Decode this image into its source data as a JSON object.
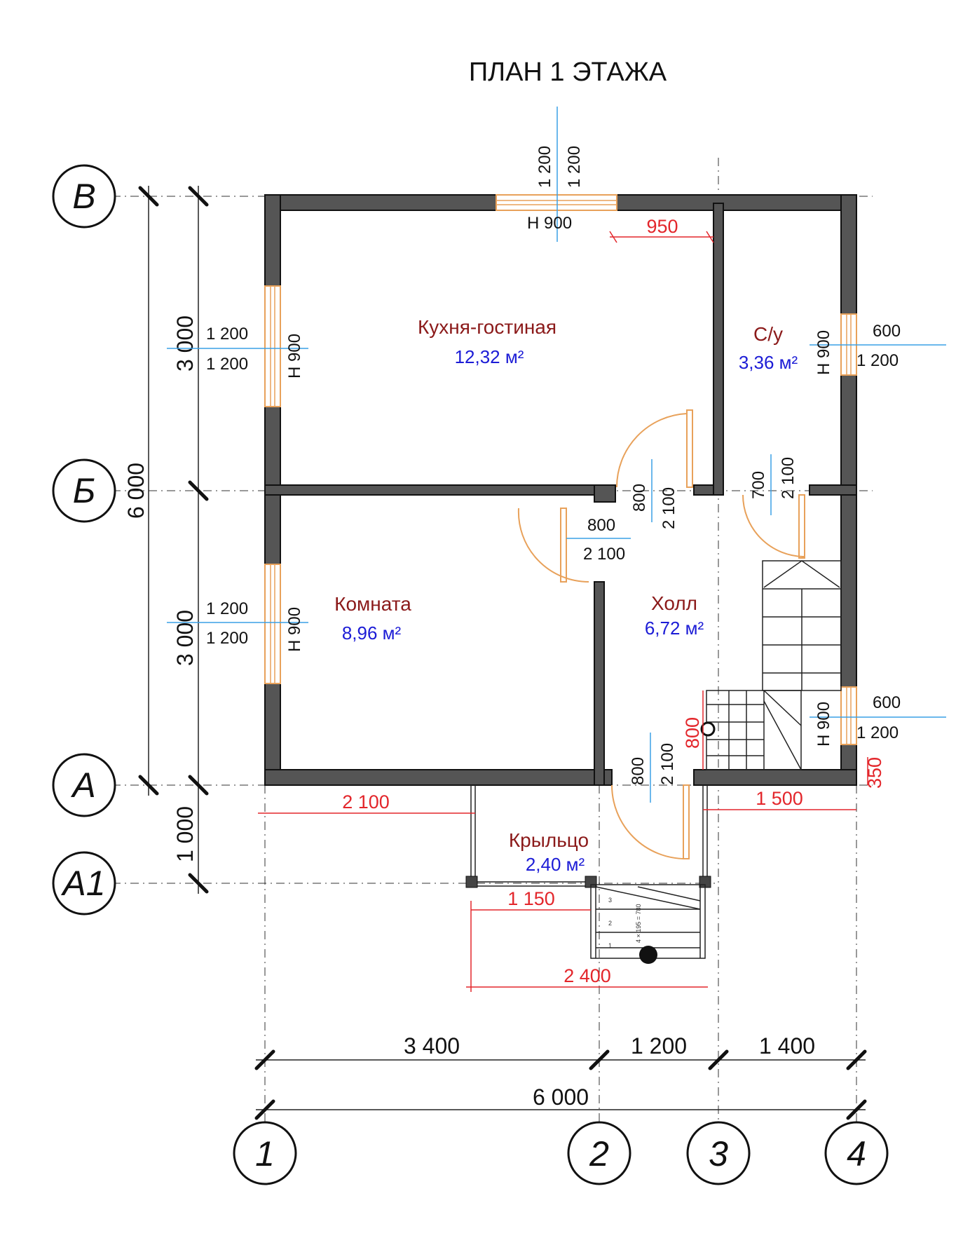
{
  "title": "ПЛАН 1 ЭТАЖА",
  "rooms": [
    {
      "name": "Кухня-гостиная",
      "area": "12,32 м²"
    },
    {
      "name": "С/у",
      "area": "3,36 м²"
    },
    {
      "name": "Комната",
      "area": "8,96 м²"
    },
    {
      "name": "Холл",
      "area": "6,72 м²"
    },
    {
      "name": "Крыльцо",
      "area": "2,40 м²"
    }
  ],
  "axes": {
    "rows": [
      "В",
      "Б",
      "А",
      "А1"
    ],
    "cols": [
      "1",
      "2",
      "3",
      "4"
    ]
  },
  "windows": {
    "top_w": "1 200",
    "top_h": "1 200",
    "top_sill": "Н  900",
    "left_upper_w": "1 200",
    "left_upper_h": "1 200",
    "left_upper_sill": "Н 900",
    "left_lower_w": "1 200",
    "left_lower_h": "1 200",
    "left_lower_sill": "Н 900",
    "right_upper_w": "600",
    "right_upper_h": "1 200",
    "right_upper_sill": "Н 900",
    "right_lower_w": "600",
    "right_lower_h": "1 200",
    "right_lower_sill": "Н 900"
  },
  "doors": {
    "kitchen_w": "800",
    "kitchen_h": "2 100",
    "room_w": "800",
    "room_h": "2 100",
    "bath_w": "700",
    "bath_h": "2 100",
    "entry_w": "800",
    "entry_h": "2 100"
  },
  "dims": {
    "top_950": "950",
    "left_total": "6 000",
    "left_upper": "3 000",
    "left_lower": "3 000",
    "left_porch": "1 000",
    "porch_left": "2 100",
    "porch_right": "1 500",
    "stair_w": "1 150",
    "porch_total": "2 400",
    "stair_800": "800",
    "stair_350": "350",
    "bottom_1": "3 400",
    "bottom_2": "1 200",
    "bottom_3": "1 400",
    "bottom_total": "6 000"
  },
  "porch_stairs": {
    "steps": [
      "1",
      "2",
      "3"
    ],
    "note": "4 × 195 = 780"
  }
}
